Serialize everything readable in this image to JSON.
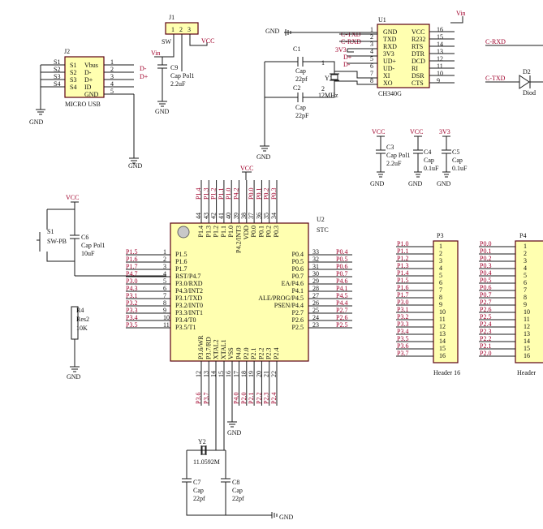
{
  "j2": {
    "ref": "J2",
    "name": "MICRO USB",
    "left": [
      "S1",
      "S2",
      "S3",
      "S4"
    ],
    "pins_in": [
      "S1",
      "S2",
      "S3",
      "S4"
    ],
    "right_names": [
      "Vbus",
      "D-",
      "D+",
      "ID",
      "GND"
    ],
    "right_nums": [
      "1",
      "2",
      "3",
      "4",
      "5"
    ],
    "nets": [
      "D-",
      "D+"
    ]
  },
  "j1": {
    "ref": "J1",
    "name": "SW",
    "nums": [
      "1",
      "2",
      "3"
    ]
  },
  "c9": {
    "ref": "C9",
    "type": "Cap Pol1",
    "val": "2.2uF"
  },
  "gnd": "GND",
  "vin": "Vin",
  "vcc": "VCC",
  "v33": "3V3",
  "u1": {
    "ref": "U1",
    "name": "CH340G",
    "left": [
      "GND",
      "TXD",
      "RXD",
      "3V3",
      "UD+",
      "UD-",
      "XI",
      "XO"
    ],
    "right": [
      "VCC",
      "R232",
      "RTS",
      "DTR",
      "DCD",
      "RI",
      "DSR",
      "CTS"
    ],
    "lnum": [
      "1",
      "2",
      "3",
      "4",
      "5",
      "6",
      "7",
      "8"
    ],
    "rnum": [
      "16",
      "15",
      "14",
      "13",
      "12",
      "11",
      "10",
      "9"
    ],
    "nets": [
      "C-TXD",
      "C-RXD",
      "3V3",
      "D+",
      "D-"
    ]
  },
  "crystal1": {
    "c1": "C1",
    "c2": "C2",
    "cap": "Cap",
    "val": "22pf",
    "val2": "22pF",
    "y": "Y1",
    "freq": "12MHz",
    "n1": "1",
    "n2": "2"
  },
  "right_nets": {
    "rxd": "C-RXD",
    "txd": "C-TXD",
    "d2": "D2",
    "diode": "Diod"
  },
  "caps3": [
    {
      "ref": "C3",
      "type": "Cap Pol1",
      "val": "2.2uF"
    },
    {
      "ref": "C4",
      "type": "Cap",
      "val": "0.1uF"
    },
    {
      "ref": "C5",
      "type": "Cap",
      "val": "0.1uF"
    }
  ],
  "s1": {
    "ref": "S1",
    "name": "SW-PB"
  },
  "c6": {
    "ref": "C6",
    "type": "Cap Pol1",
    "val": "10uF"
  },
  "r4": {
    "ref": "R4",
    "type": "Res2",
    "val": "10K"
  },
  "u2": {
    "ref": "U2",
    "name": "STC",
    "left_names": [
      "P1.5",
      "P1.6",
      "P1.7",
      "RST/P4.7",
      "P3.0/RXD",
      "P4.3/INT2",
      "P3.1/TXD",
      "P3.2/INT0",
      "P3.3/INT1",
      "P3.4/T0",
      "P3.5/T1"
    ],
    "left_nums": [
      "1",
      "2",
      "3",
      "4",
      "5",
      "6",
      "7",
      "8",
      "9",
      "10",
      "11"
    ],
    "left_nets": [
      "P1.5",
      "P1.6",
      "P1.7",
      "P4.7",
      "P3.0",
      "P4.3",
      "P3.1",
      "P3.2",
      "P3.3",
      "P3.4",
      "P3.5"
    ],
    "right_names": [
      "P0.4",
      "P0.5",
      "P0.6",
      "P0.7",
      "EA/P4.6",
      "P4.1",
      "ALE/PROG/P4.5",
      "PSEN/P4.4",
      "P2.7",
      "P2.6",
      "P2.5"
    ],
    "right_nums": [
      "33",
      "32",
      "31",
      "30",
      "29",
      "28",
      "27",
      "26",
      "25",
      "24",
      "23"
    ],
    "right_nets": [
      "P0.4",
      "P0.5",
      "P0.6",
      "P0.7",
      "P4.6",
      "P4.1",
      "P4.5",
      "P4.4",
      "P2.7",
      "P2.6",
      "P2.5"
    ],
    "top_names": [
      "P1.4",
      "P1.3",
      "P1.2",
      "P1.1",
      "P1.0",
      "P4.2/INT3",
      "VDD",
      "P0.0",
      "P0.1",
      "P0.2",
      "P0.3"
    ],
    "top_nums": [
      "44",
      "43",
      "42",
      "41",
      "40",
      "39",
      "38",
      "37",
      "36",
      "35",
      "34"
    ],
    "top_nets": [
      "P1.4",
      "P1.3",
      "P1.2",
      "P1.1",
      "P1.0",
      "P4.2",
      "",
      "P0.0",
      "P0.1",
      "P0.2",
      "P0.3"
    ],
    "bottom_names": [
      "P3.6/WR",
      "P3.7/RD",
      "XTAL2",
      "XTAL1",
      "VSS",
      "P4.0",
      "P2.0",
      "P2.1",
      "P2.2",
      "P2.3",
      "P2.4"
    ],
    "bottom_nums": [
      "12",
      "13",
      "14",
      "15",
      "16",
      "17",
      "18",
      "19",
      "20",
      "21",
      "22"
    ],
    "bottom_nets": [
      "P3.6",
      "P3.7",
      "",
      "",
      "",
      "P4.0",
      "P2.0",
      "P2.1",
      "P2.2",
      "P2.3",
      "P2.4"
    ]
  },
  "crystal2": {
    "y": "Y2",
    "freq": "11.0592M",
    "c7": "C7",
    "c8": "C8",
    "cap": "Cap",
    "val": "22pf"
  },
  "p3": {
    "ref": "P3",
    "name": "Header 16",
    "nets": [
      "P1.0",
      "P1.1",
      "P1.2",
      "P1.3",
      "P1.4",
      "P1.5",
      "P1.6",
      "P1.7",
      "P3.0",
      "P3.1",
      "P3.2",
      "P3.3",
      "P3.4",
      "P3.5",
      "P3.6",
      "P3.7"
    ],
    "nums": [
      "1",
      "2",
      "3",
      "4",
      "5",
      "6",
      "7",
      "8",
      "9",
      "10",
      "11",
      "12",
      "13",
      "14",
      "15",
      "16"
    ]
  },
  "p4": {
    "ref": "P4",
    "name": "Header",
    "nets": [
      "P0.0",
      "P0.1",
      "P0.2",
      "P0.3",
      "P0.4",
      "P0.5",
      "P0.6",
      "P0.7",
      "P2.7",
      "P2.6",
      "P2.5",
      "P2.4",
      "P2.3",
      "P2.2",
      "P2.1",
      "P2.0"
    ],
    "nums": [
      "1",
      "2",
      "3",
      "4",
      "5",
      "6",
      "7",
      "8",
      "9",
      "10",
      "11",
      "12",
      "13",
      "14",
      "15",
      "16"
    ]
  }
}
